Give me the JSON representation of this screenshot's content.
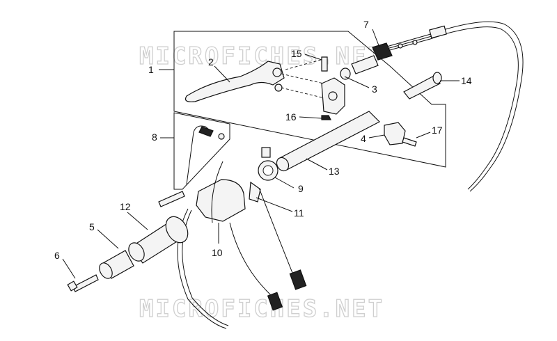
{
  "watermark": "MICROFICHES.NET",
  "callouts": [
    {
      "id": "c1",
      "text": "1"
    },
    {
      "id": "c2",
      "text": "2"
    },
    {
      "id": "c3",
      "text": "3"
    },
    {
      "id": "c4",
      "text": "4"
    },
    {
      "id": "c5",
      "text": "5"
    },
    {
      "id": "c6",
      "text": "6"
    },
    {
      "id": "c7",
      "text": "7"
    },
    {
      "id": "c8",
      "text": "8"
    },
    {
      "id": "c9",
      "text": "9"
    },
    {
      "id": "c10",
      "text": "10"
    },
    {
      "id": "c11",
      "text": "11"
    },
    {
      "id": "c12",
      "text": "12"
    },
    {
      "id": "c13",
      "text": "13"
    },
    {
      "id": "c14",
      "text": "14"
    },
    {
      "id": "c15",
      "text": "15"
    },
    {
      "id": "c16",
      "text": "16"
    },
    {
      "id": "c17",
      "text": "17"
    }
  ]
}
